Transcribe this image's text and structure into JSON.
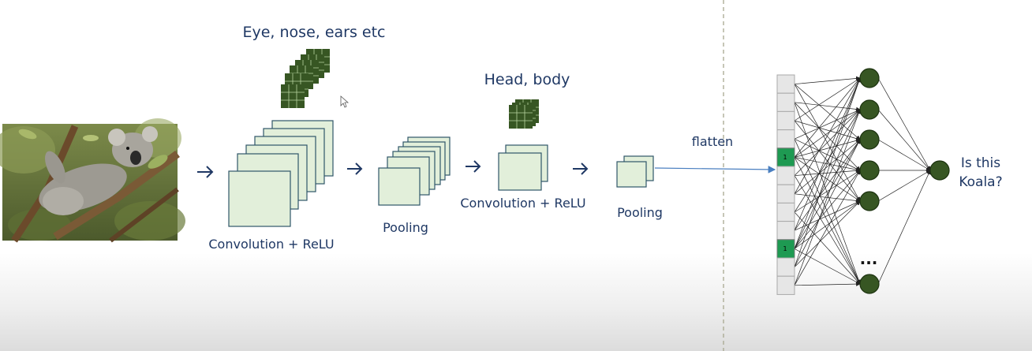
{
  "labels": {
    "features_level1": "Eye, nose, ears etc",
    "features_level2": "Head, body",
    "conv_relu_1": "Convolution + ReLU",
    "pooling_1": "Pooling",
    "conv_relu_2": "Convolution + ReLU",
    "pooling_2": "Pooling",
    "flatten": "flatten",
    "question_line1": "Is this",
    "question_line2": "Koala?",
    "ellipsis": "...",
    "active_cell_1": "1",
    "active_cell_2": "1"
  },
  "colors": {
    "label_text": "#1f3864",
    "feature_map_fill": "#e2efda",
    "filter_fill": "#375623",
    "active_cell": "#1e9a52",
    "node_fill": "#375623"
  },
  "icons": {
    "input_image": "koala-photo",
    "cursor": "mouse-pointer-icon"
  }
}
